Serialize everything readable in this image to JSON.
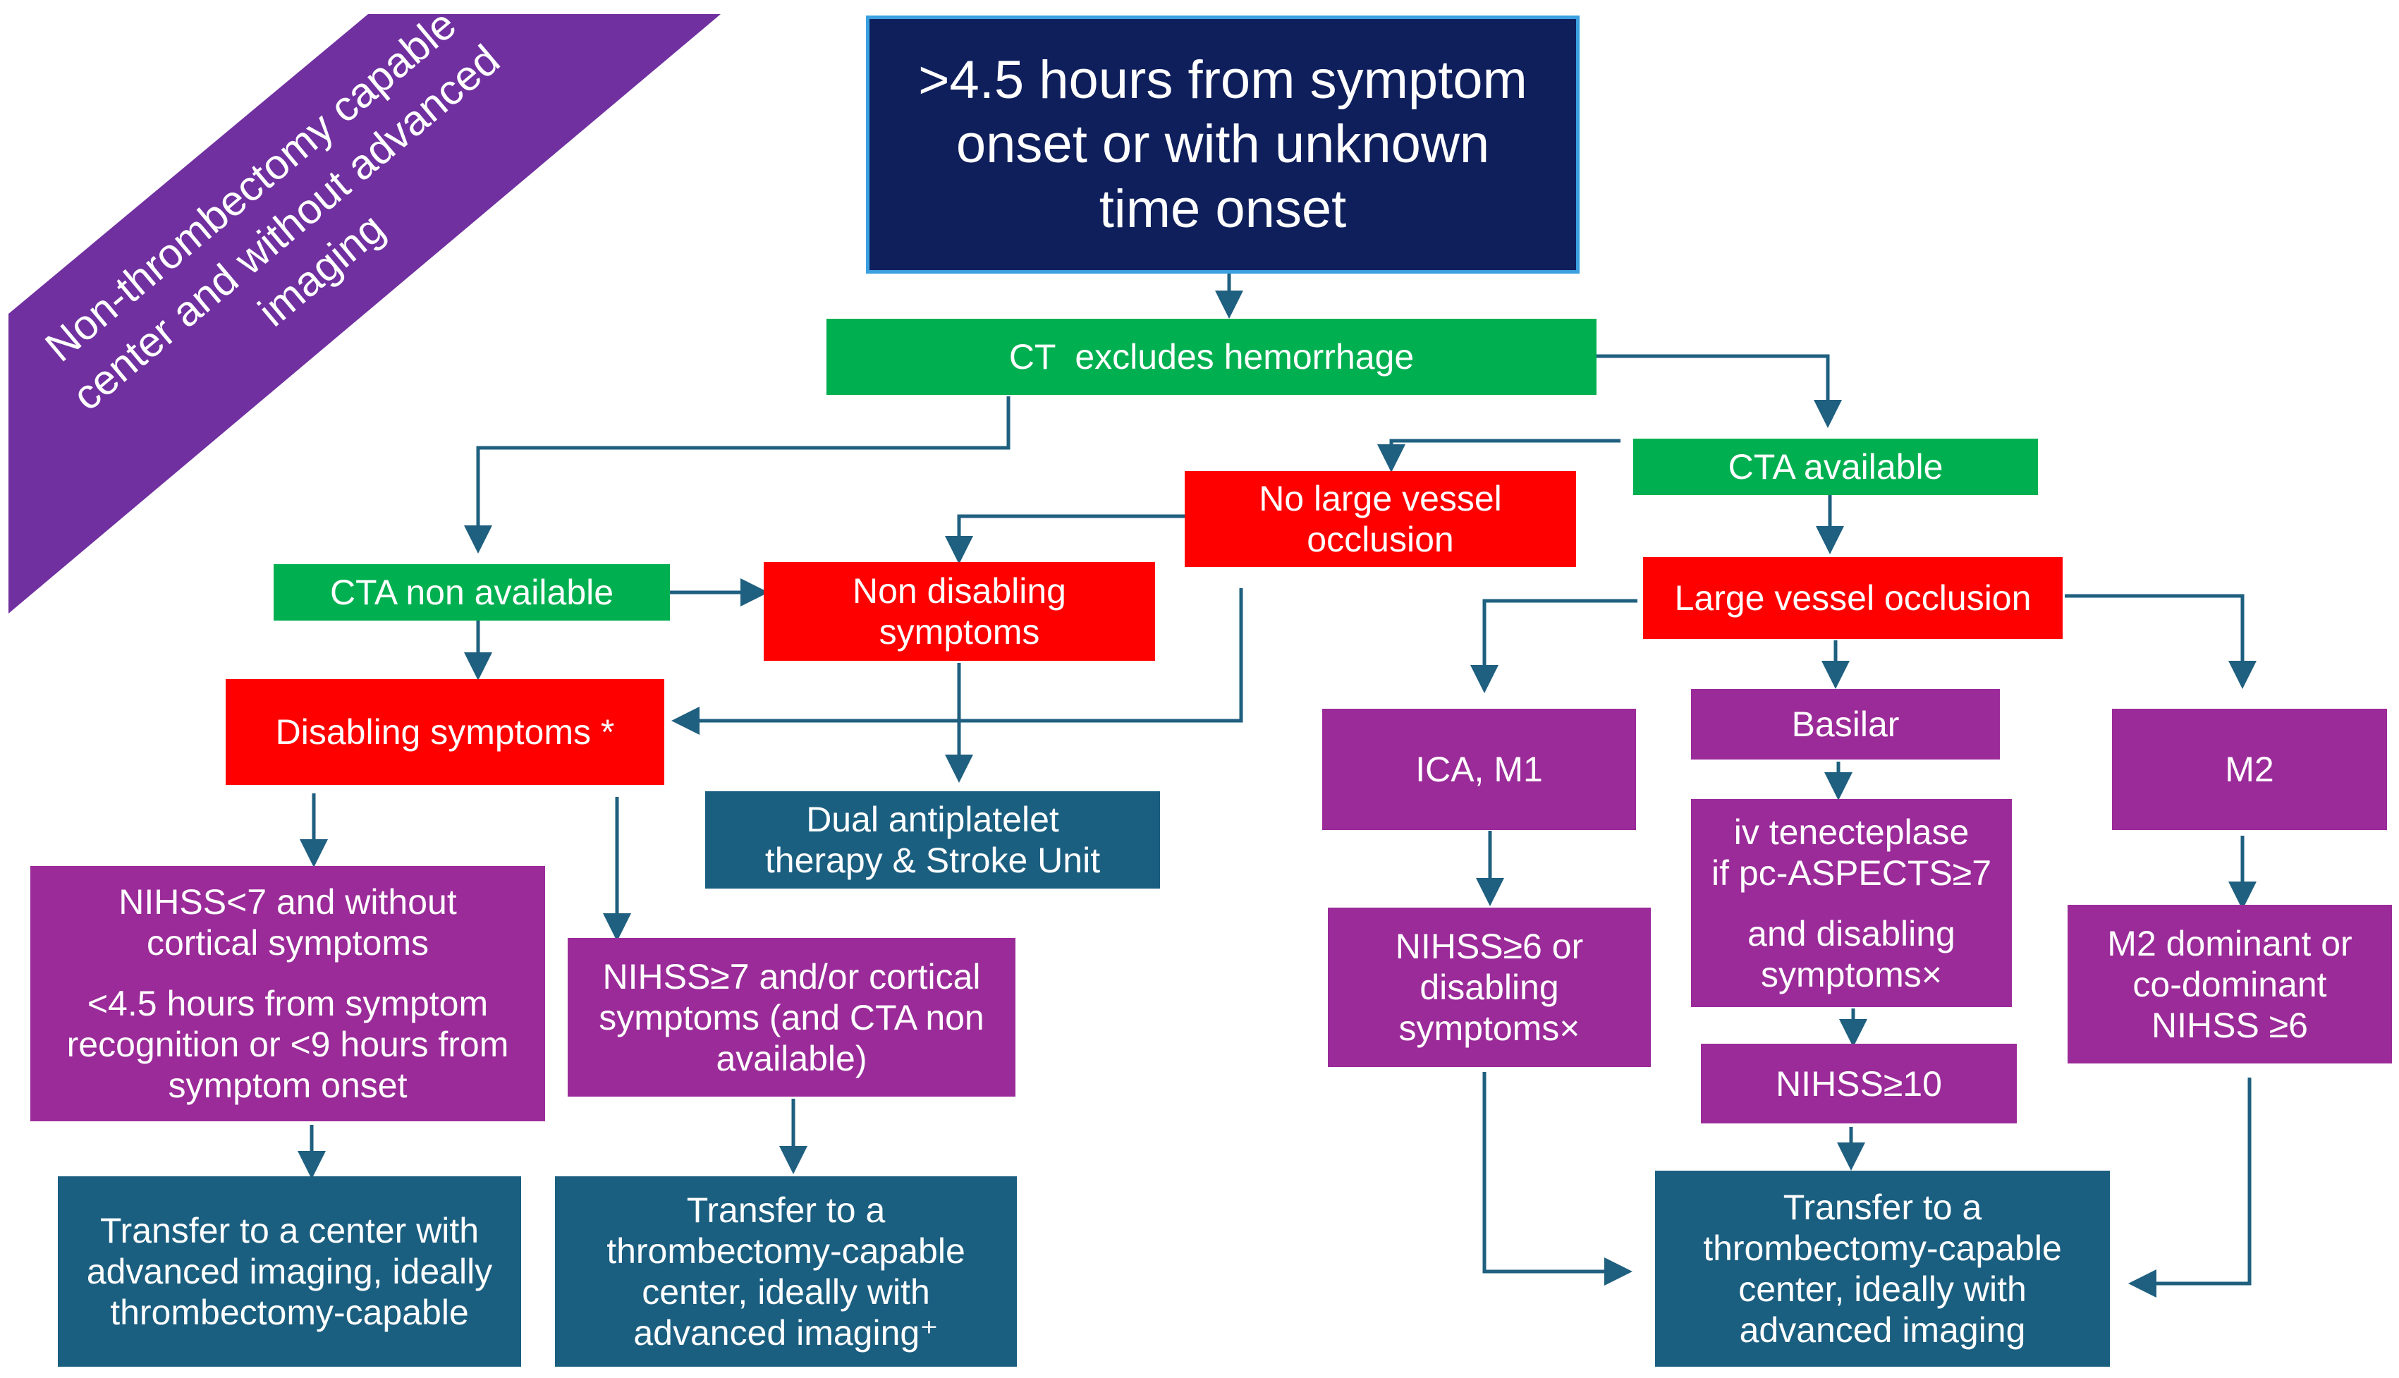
{
  "colors": {
    "navy": "#0f1f5c",
    "green": "#00b050",
    "red": "#ff0000",
    "purple": "#9b2b99",
    "teal": "#1b5f80",
    "banner": "#7030a0",
    "arrow": "#1f5f7f"
  },
  "banner": {
    "lines": [
      "Non-thrombectomy capable",
      "center and without advanced",
      "imaging"
    ]
  },
  "nodes": {
    "start": {
      "lines": [
        ">4.5 hours from symptom",
        "onset or with unknown",
        "time onset"
      ]
    },
    "ct": {
      "lines": [
        "CT  excludes hemorrhage"
      ]
    },
    "cta_available": {
      "lines": [
        "CTA available"
      ]
    },
    "no_lvo": {
      "lines": [
        "No large vessel",
        "occlusion"
      ]
    },
    "cta_non": {
      "lines": [
        "CTA non available"
      ]
    },
    "non_disabling": {
      "lines": [
        "Non disabling",
        "symptoms"
      ]
    },
    "lvo": {
      "lines": [
        "Large vessel occlusion"
      ]
    },
    "disabling": {
      "lines": [
        "Disabling symptoms *"
      ]
    },
    "dapt": {
      "lines": [
        "Dual antiplatelet",
        "therapy & Stroke Unit"
      ]
    },
    "ica_m1": {
      "lines": [
        "ICA, M1"
      ]
    },
    "basilar": {
      "lines": [
        "Basilar"
      ]
    },
    "m2": {
      "lines": [
        "M2"
      ]
    },
    "nihss_lt7": {
      "lines": [
        "NIHSS<7 and without",
        "cortical symptoms"
      ],
      "lines2": [
        "<4.5 hours from symptom",
        "recognition or <9 hours from",
        "symptom onset"
      ]
    },
    "nihss_ge7": {
      "lines": [
        "NIHSS≥7 and/or cortical",
        "symptoms (and CTA non",
        "available)"
      ]
    },
    "nihss_ge6": {
      "lines": [
        "NIHSS≥6 or",
        "disabling",
        "symptoms×"
      ]
    },
    "tenecteplase": {
      "lines": [
        "iv tenecteplase",
        "if pc-ASPECTS≥7"
      ],
      "lines2": [
        "and disabling",
        "symptoms×"
      ]
    },
    "m2_dominant": {
      "lines": [
        "M2 dominant or",
        "co-dominant",
        "NIHSS ≥6"
      ]
    },
    "nihss_ge10": {
      "lines": [
        "NIHSS≥10"
      ]
    },
    "transfer_left": {
      "lines": [
        "Transfer to a center with",
        "advanced imaging, ideally",
        "thrombectomy-capable"
      ]
    },
    "transfer_mid": {
      "lines": [
        "Transfer to a",
        "thrombectomy-capable",
        "center, ideally with",
        "advanced imaging⁺"
      ]
    },
    "transfer_right": {
      "lines": [
        "Transfer to a",
        "thrombectomy-capable",
        "center, ideally with",
        "advanced imaging"
      ]
    }
  }
}
